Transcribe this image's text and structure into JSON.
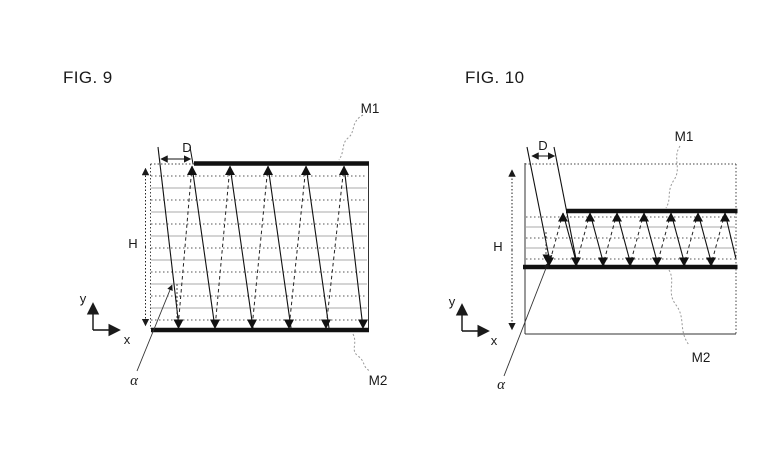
{
  "page": {
    "background": "#ffffff"
  },
  "colors": {
    "ink": "#1a1a1a",
    "mirror": "#111111",
    "leader": "#999999",
    "guide": "#aaaaaa"
  },
  "fig9": {
    "title": "FIG. 9",
    "mirror_top_label": "M1",
    "mirror_bottom_label": "M2",
    "dim_width_label": "D",
    "dim_height_label": "H",
    "angle_label": "α",
    "axis_x_label": "x",
    "axis_y_label": "y"
  },
  "fig10": {
    "title": "FIG. 10",
    "mirror_top_label": "M1",
    "mirror_bottom_label": "M2",
    "dim_width_label": "D",
    "dim_height_label": "H",
    "angle_label": "α",
    "axis_x_label": "x",
    "axis_y_label": "y"
  }
}
